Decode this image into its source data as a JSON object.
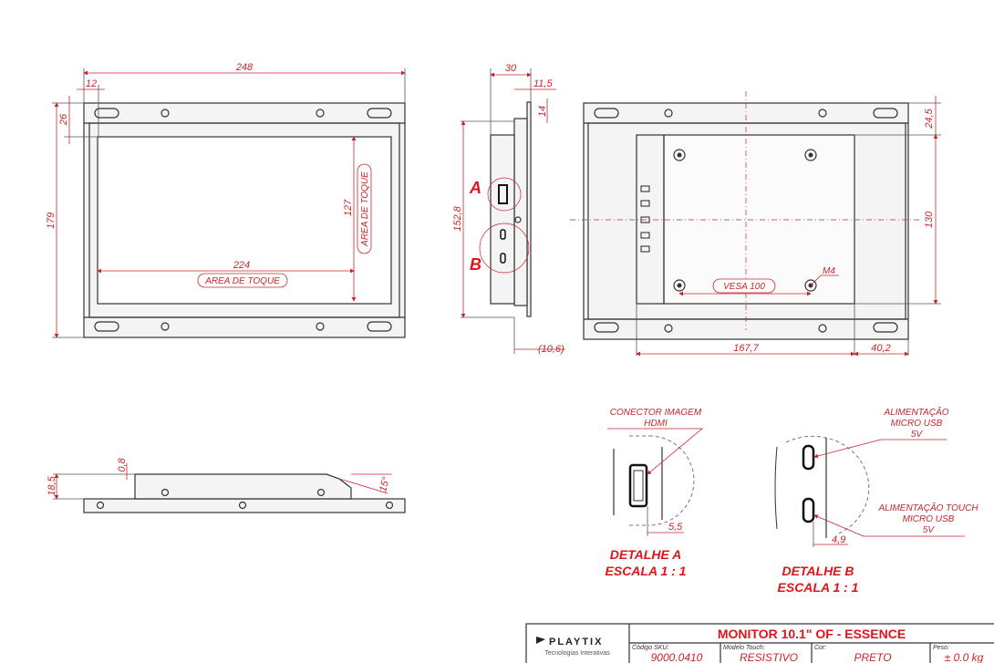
{
  "front_view": {
    "dims": {
      "width": "248",
      "offset_x": "12",
      "offset_y": "26",
      "height": "179",
      "touch_width": "224",
      "touch_height": "127"
    },
    "touch_area_label": "AREA DE TOQUE"
  },
  "side_view": {
    "dims": {
      "depth": "30",
      "flange": "11,5",
      "flange_h": "14",
      "body_h": "152,8",
      "front": "(10,6)"
    },
    "detail_a_marker": "A",
    "detail_b_marker": "B"
  },
  "rear_view": {
    "dims": {
      "top": "24,5",
      "vesa_h": "130",
      "left": "167,7",
      "right": "40,2"
    },
    "vesa_label": "VESA 100",
    "screw_label": "M4"
  },
  "bottom_view": {
    "dims": {
      "height": "18,5",
      "gap": "0,8",
      "angle": "15°"
    }
  },
  "detail_a": {
    "callout_line1": "CONECTOR IMAGEM",
    "callout_line2": "HDMI",
    "dim": "5,5",
    "title": "DETALHE A",
    "scale": "ESCALA 1 : 1"
  },
  "detail_b": {
    "callout1_line1": "ALIMENTAÇÃO",
    "callout1_line2": "MICRO USB",
    "callout1_line3": "5V",
    "callout2_line1": "ALIMENTAÇÃO TOUCH",
    "callout2_line2": "MICRO USB",
    "callout2_line3": "5V",
    "dim": "4,9",
    "title": "DETALHE B",
    "scale": "ESCALA 1 : 1"
  },
  "title_block": {
    "logo_name": "PLAYTIX",
    "logo_tagline": "Tecnologias Interativas",
    "title": "MONITOR 10.1\" OF - ESSENCE",
    "fields": [
      {
        "label": "Código SKU:",
        "value": "9000.0410"
      },
      {
        "label": "Modelo Touch:",
        "value": "RESISTIVO"
      },
      {
        "label": "Cor:",
        "value": "PRETO"
      },
      {
        "label": "Peso:",
        "value": "± 0.0 kg"
      }
    ]
  }
}
